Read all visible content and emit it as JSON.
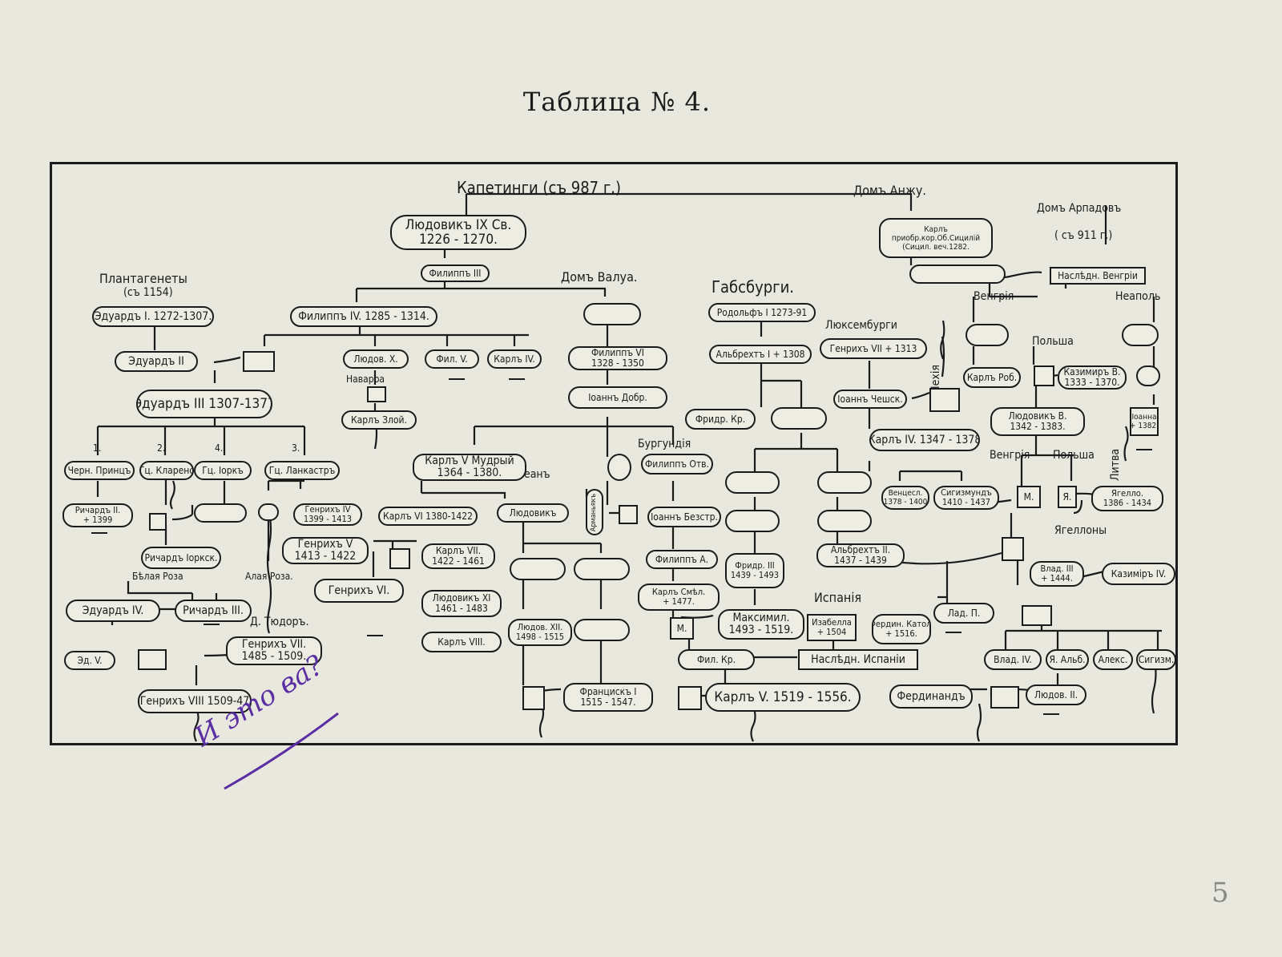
{
  "title": "Таблица № 4.",
  "dynasty_labels": {
    "capetians": "Капетинги (съ 987 г.)",
    "anjou": "Домъ Анжу.",
    "arpads": "Домъ Арпадовъ",
    "arpads_since": "( съ 911 г.)",
    "plantagenets": "Плантагенеты",
    "plantagenets_since": "(съ 1154)",
    "valois": "Домъ Валуа.",
    "habsburgs": "Габсбурги.",
    "luxemburgs": "Люксембурги",
    "czechia": "Чехія",
    "hungary": "Венгрія",
    "naples": "Неаполь",
    "poland": "Польша",
    "lithuania": "Литва",
    "hungary2": "Венгрія",
    "poland2": "Польша",
    "jagiellons": "Ягеллоны",
    "burgundy": "Бургундія",
    "orleans": "Орлеанъ",
    "navarre": "Наварра",
    "white_rose": "Бѣлая Роза",
    "scarlet_rose": "Алая Роза.",
    "tudors": "Д. Тюдоръ.",
    "spain": "Испанія",
    "n1": "1.",
    "n2": "2.",
    "n3": "3.",
    "n4": "4."
  },
  "nodes": {
    "louis9": {
      "l1": "Людовикъ IX Св.",
      "l2": "1226 - 1270."
    },
    "charles_anjou": {
      "l1": "Карлъ",
      "l2": "приобр.кор.Об.Сицилій",
      "l3": "(Сицил. веч.1282."
    },
    "philip3": {
      "l1": "Филиппъ III"
    },
    "hungary_heir": {
      "l1": "Наслѣдн. Венгріи"
    },
    "edward1": {
      "l1": "Эдуардъ I. 1272-1307."
    },
    "philip4": {
      "l1": "Филиппъ IV. 1285 - 1314."
    },
    "rudolf1": {
      "l1": "Родольфъ I 1273-91"
    },
    "edward2": {
      "l1": "Эдуардъ II"
    },
    "louis10": {
      "l1": "Людов. X."
    },
    "philip5": {
      "l1": "Фил. V."
    },
    "charles4": {
      "l1": "Карлъ IV."
    },
    "philip6": {
      "l1": "Филиппъ VI",
      "l2": "1328 - 1350"
    },
    "albrecht1": {
      "l1": "Альбрехтъ I + 1308"
    },
    "henry7": {
      "l1": "Генрихъ VII + 1313"
    },
    "charles_robert": {
      "l1": "Карлъ Роб."
    },
    "casimir3": {
      "l1": "Казимиръ В.",
      "l2": "1333 - 1370."
    },
    "edward3": {
      "l1": "Эдуардъ III 1307-1377"
    },
    "charles_evil": {
      "l1": "Карлъ Злой."
    },
    "john_good": {
      "l1": "Іоаннъ Добр."
    },
    "frederick_fair": {
      "l1": "Фридр. Кр."
    },
    "john_bohemia": {
      "l1": "Іоаннъ Чешск."
    },
    "louis_great": {
      "l1": "Людовикъ В.",
      "l2": "1342 - 1383."
    },
    "jadwiga": {
      "l1": "Іоанна",
      "l2": "+ 1382."
    },
    "charles4_emp": {
      "l1": "Карлъ IV. 1347 - 1378"
    },
    "black_prince": {
      "l1": "Черн. Принцъ"
    },
    "clarence": {
      "l1": "Гц. Кларенс"
    },
    "york": {
      "l1": "Гц. Іоркъ"
    },
    "lancaster": {
      "l1": "Гц. Ланкастръ"
    },
    "charles5": {
      "l1": "Карлъ V Мудрый",
      "l2": "1364 - 1380."
    },
    "philip_bold": {
      "l1": "Филиппъ Отв."
    },
    "wenceslas": {
      "l1": "Венцесл.",
      "l2": "1378 - 1400"
    },
    "sigismund": {
      "l1": "Сигизмундъ",
      "l2": "1410 - 1437"
    },
    "m_hungary": {
      "l1": "М."
    },
    "ya_poland": {
      "l1": "Я."
    },
    "jagiello": {
      "l1": "Ягелло.",
      "l2": "1386 - 1434"
    },
    "richard2": {
      "l1": "Ричардъ II.",
      "l2": "+ 1399"
    },
    "henry4": {
      "l1": "Генрихъ IV",
      "l2": "1399 - 1413"
    },
    "charles6": {
      "l1": "Карлъ VI 1380-1422"
    },
    "louis_orleans": {
      "l1": "Людовикъ"
    },
    "armagnac": {
      "l1": "Арманьякъ"
    },
    "john_fearless": {
      "l1": "Іоаннъ Безстр."
    },
    "henry5": {
      "l1": "Генрихъ V",
      "l2": "1413 - 1422"
    },
    "charles7": {
      "l1": "Карлъ VII.",
      "l2": "1422 - 1461"
    },
    "richard_york": {
      "l1": "Ричардъ Іоркск."
    },
    "albrecht2": {
      "l1": "Альбрехтъ II.",
      "l2": "1437 - 1439"
    },
    "philip_good": {
      "l1": "Филиппъ А."
    },
    "henry6": {
      "l1": "Генрихъ VI."
    },
    "louis11": {
      "l1": "Людовикъ XI",
      "l2": "1461 - 1483"
    },
    "frederick3": {
      "l1": "Фридр. III",
      "l2": "1439 - 1493"
    },
    "vlad3": {
      "l1": "Влад. III",
      "l2": "+ 1444."
    },
    "casimir4": {
      "l1": "Казиміръ IV."
    },
    "edward4": {
      "l1": "Эдуардъ IV."
    },
    "richard3": {
      "l1": "Ричардъ III."
    },
    "charles_bold": {
      "l1": "Карлъ Смѣл.",
      "l2": "+ 1477."
    },
    "louis12": {
      "l1": "Людов. XII.",
      "l2": "1498 - 1515"
    },
    "ladislas": {
      "l1": "Лад. П."
    },
    "m_maria": {
      "l1": "М."
    },
    "maximilian": {
      "l1": "Максимил.",
      "l2": "1493 - 1519."
    },
    "isabella": {
      "l1": "Изабелла",
      "l2": "+ 1504"
    },
    "ferdinand_cath": {
      "l1": "Фердин. Катол.",
      "l2": "+ 1516."
    },
    "charles8": {
      "l1": "Карлъ VIII."
    },
    "edward5": {
      "l1": "Эд. V."
    },
    "henry7_tudor": {
      "l1": "Генрихъ VII.",
      "l2": "1485 - 1509."
    },
    "philip_fair": {
      "l1": "Фил. Кр."
    },
    "spain_heir": {
      "l1": "Наслѣдн. Испаніи"
    },
    "vlad4": {
      "l1": "Влад. IV."
    },
    "ya_albert": {
      "l1": "Я. Альб."
    },
    "alex": {
      "l1": "Алекс."
    },
    "sigism": {
      "l1": "Сигизм."
    },
    "henry8": {
      "l1": "Генрихъ VIII 1509-47"
    },
    "francis1": {
      "l1": "Францискъ I",
      "l2": "1515 - 1547."
    },
    "charles_v": {
      "l1": "Карлъ V. 1519 - 1556."
    },
    "ferdinand": {
      "l1": "Фердинандъ"
    },
    "louis2": {
      "l1": "Людов. II."
    }
  },
  "annotation": {
    "handwritten": "И это ва?",
    "color": "#5b2fa3"
  },
  "page_number": "5"
}
